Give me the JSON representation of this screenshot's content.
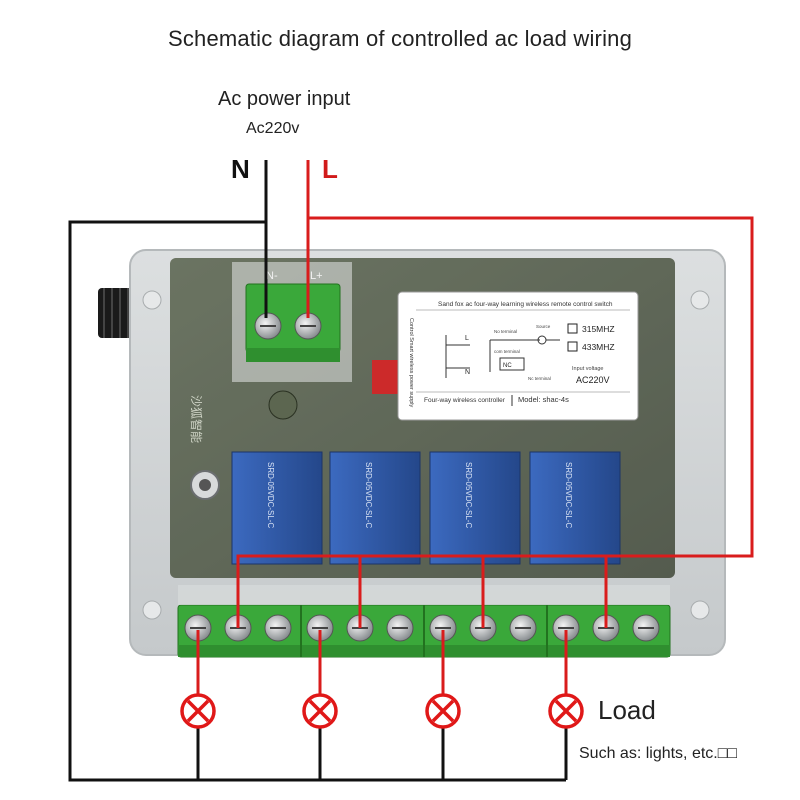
{
  "title": "Schematic diagram of controlled ac load wiring",
  "power_input": {
    "label": "Ac power input",
    "voltage": "Ac220v",
    "neutral": "N",
    "live": "L"
  },
  "input_terminal_labels": [
    "N-",
    "L+"
  ],
  "product_label": {
    "header": "Sand fox ac four-way learning wireless remote control switch",
    "side_text": "Control Smart wireless power supply",
    "freq_options": [
      "315MHZ",
      "433MHZ"
    ],
    "nc_label": "NC",
    "no_label": "No terminal",
    "com_label": "com terminal",
    "nc_terminal": "Nc terminal",
    "source_label": "Source",
    "l_label": "L",
    "n_label": "N",
    "input_voltage_label": "Input voltage",
    "input_voltage_value": "AC220V",
    "footer_left": "Four-way wireless controller",
    "footer_right": "Model: shac-4s"
  },
  "relay_text": "SRD-05VDC-SL-C",
  "side_chinese": "沙狐智能",
  "load": {
    "label": "Load",
    "example": "Such as: lights, etc.□□",
    "count": 4
  },
  "colors": {
    "live_wire": "#d91c1c",
    "neutral_wire": "#111111",
    "terminal_green": "#3aa83a",
    "relay_blue": "#2f5aa8",
    "board_green": "#3e4a32",
    "lamp_red": "#e01818"
  }
}
